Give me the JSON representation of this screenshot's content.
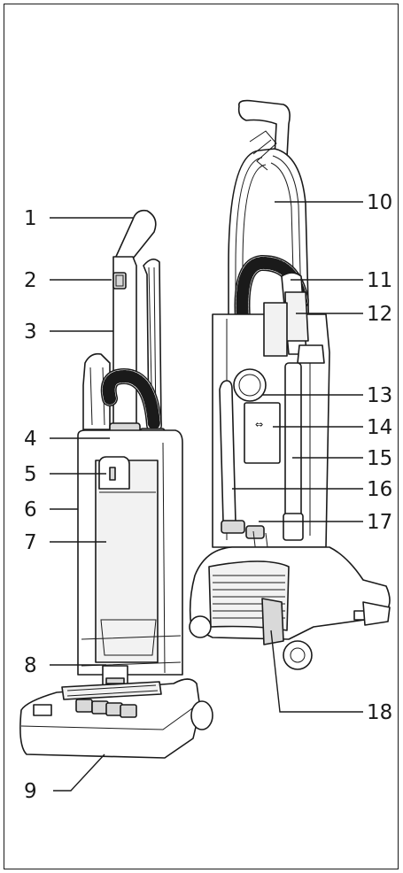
{
  "labels": [
    "1",
    "2",
    "3",
    "4",
    "5",
    "6",
    "7",
    "8",
    "9",
    "10",
    "11",
    "12",
    "13",
    "14",
    "15",
    "16",
    "17",
    "18"
  ]
}
